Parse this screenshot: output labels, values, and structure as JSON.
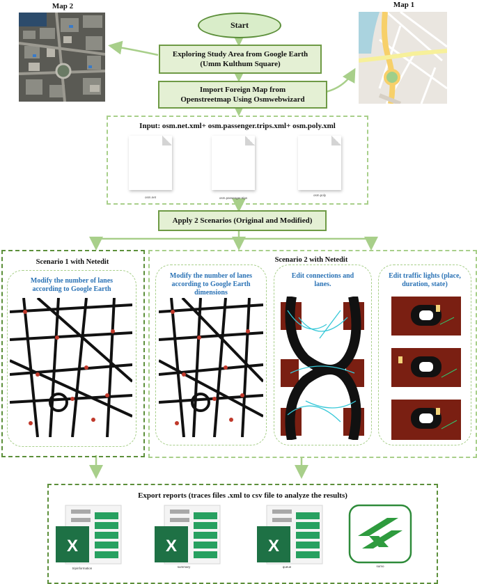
{
  "maps": {
    "map2_label": "Map 2",
    "map1_label": "Map 1"
  },
  "flow": {
    "start": "Start",
    "explore_line1": "Exploring Study Area from Google Earth",
    "explore_line2": "(Umm Kulthum Square)",
    "import_line1": "Import Foreign Map from",
    "import_line2": "Openstreetmap Using Osmwebwizard",
    "input_title": "Input: osm.net.xml+ osm.passenger.trips.xml+ osm.poly.xml",
    "apply": "Apply 2 Scenarios (Original and Modified)"
  },
  "input_files": [
    {
      "caption": "osm.net"
    },
    {
      "caption": "osm.passenger.trips"
    },
    {
      "caption": "osm.poly"
    }
  ],
  "scenario1": {
    "title": "Scenario 1 with Netedit",
    "card_title": "Modify the number of lanes according to Google Earth"
  },
  "scenario2": {
    "title": "Scenario 2 with Netedit",
    "cards": [
      {
        "title": "Modify the number of lanes according to Google Earth dimensions"
      },
      {
        "title": "Edit connections and lanes."
      },
      {
        "title": "Edit traffic lights (place, duration, state)"
      }
    ]
  },
  "export": {
    "title": "Export reports (traces files .xml to csv file to analyze the results)",
    "files": [
      {
        "caption": "tripinformation",
        "icon": "excel-icon"
      },
      {
        "caption": "summary",
        "icon": "excel-icon"
      },
      {
        "caption": "queue",
        "icon": "excel-icon"
      },
      {
        "caption": "sumo",
        "icon": "sumo-logo-icon"
      }
    ]
  },
  "colors": {
    "box_fill": "#e4f0d4",
    "box_border": "#6e9a45",
    "dash_light": "#a8cf8a",
    "accent_blue": "#2a72b5",
    "excel_green": "#1e7145"
  }
}
